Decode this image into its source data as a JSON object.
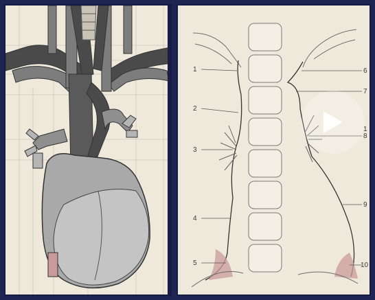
{
  "right_diagram": {
    "labels_left": [
      "1",
      "2",
      "3",
      "4",
      "5"
    ],
    "labels_right": [
      "6",
      "7",
      "8",
      "9",
      "10"
    ],
    "partial_label_right": "1"
  },
  "video_overlay": {
    "icon": "play-icon"
  },
  "colors": {
    "frame": "#1f2553",
    "paper": "#efe9dc",
    "vessel_dark": "#4a4a4a",
    "vessel_mid": "#7d7d7d",
    "heart_light": "#a9a9a9",
    "heart_lighter": "#c4c4c4",
    "ink": "#3a3a3a",
    "red_tint": "#c99a9a"
  }
}
